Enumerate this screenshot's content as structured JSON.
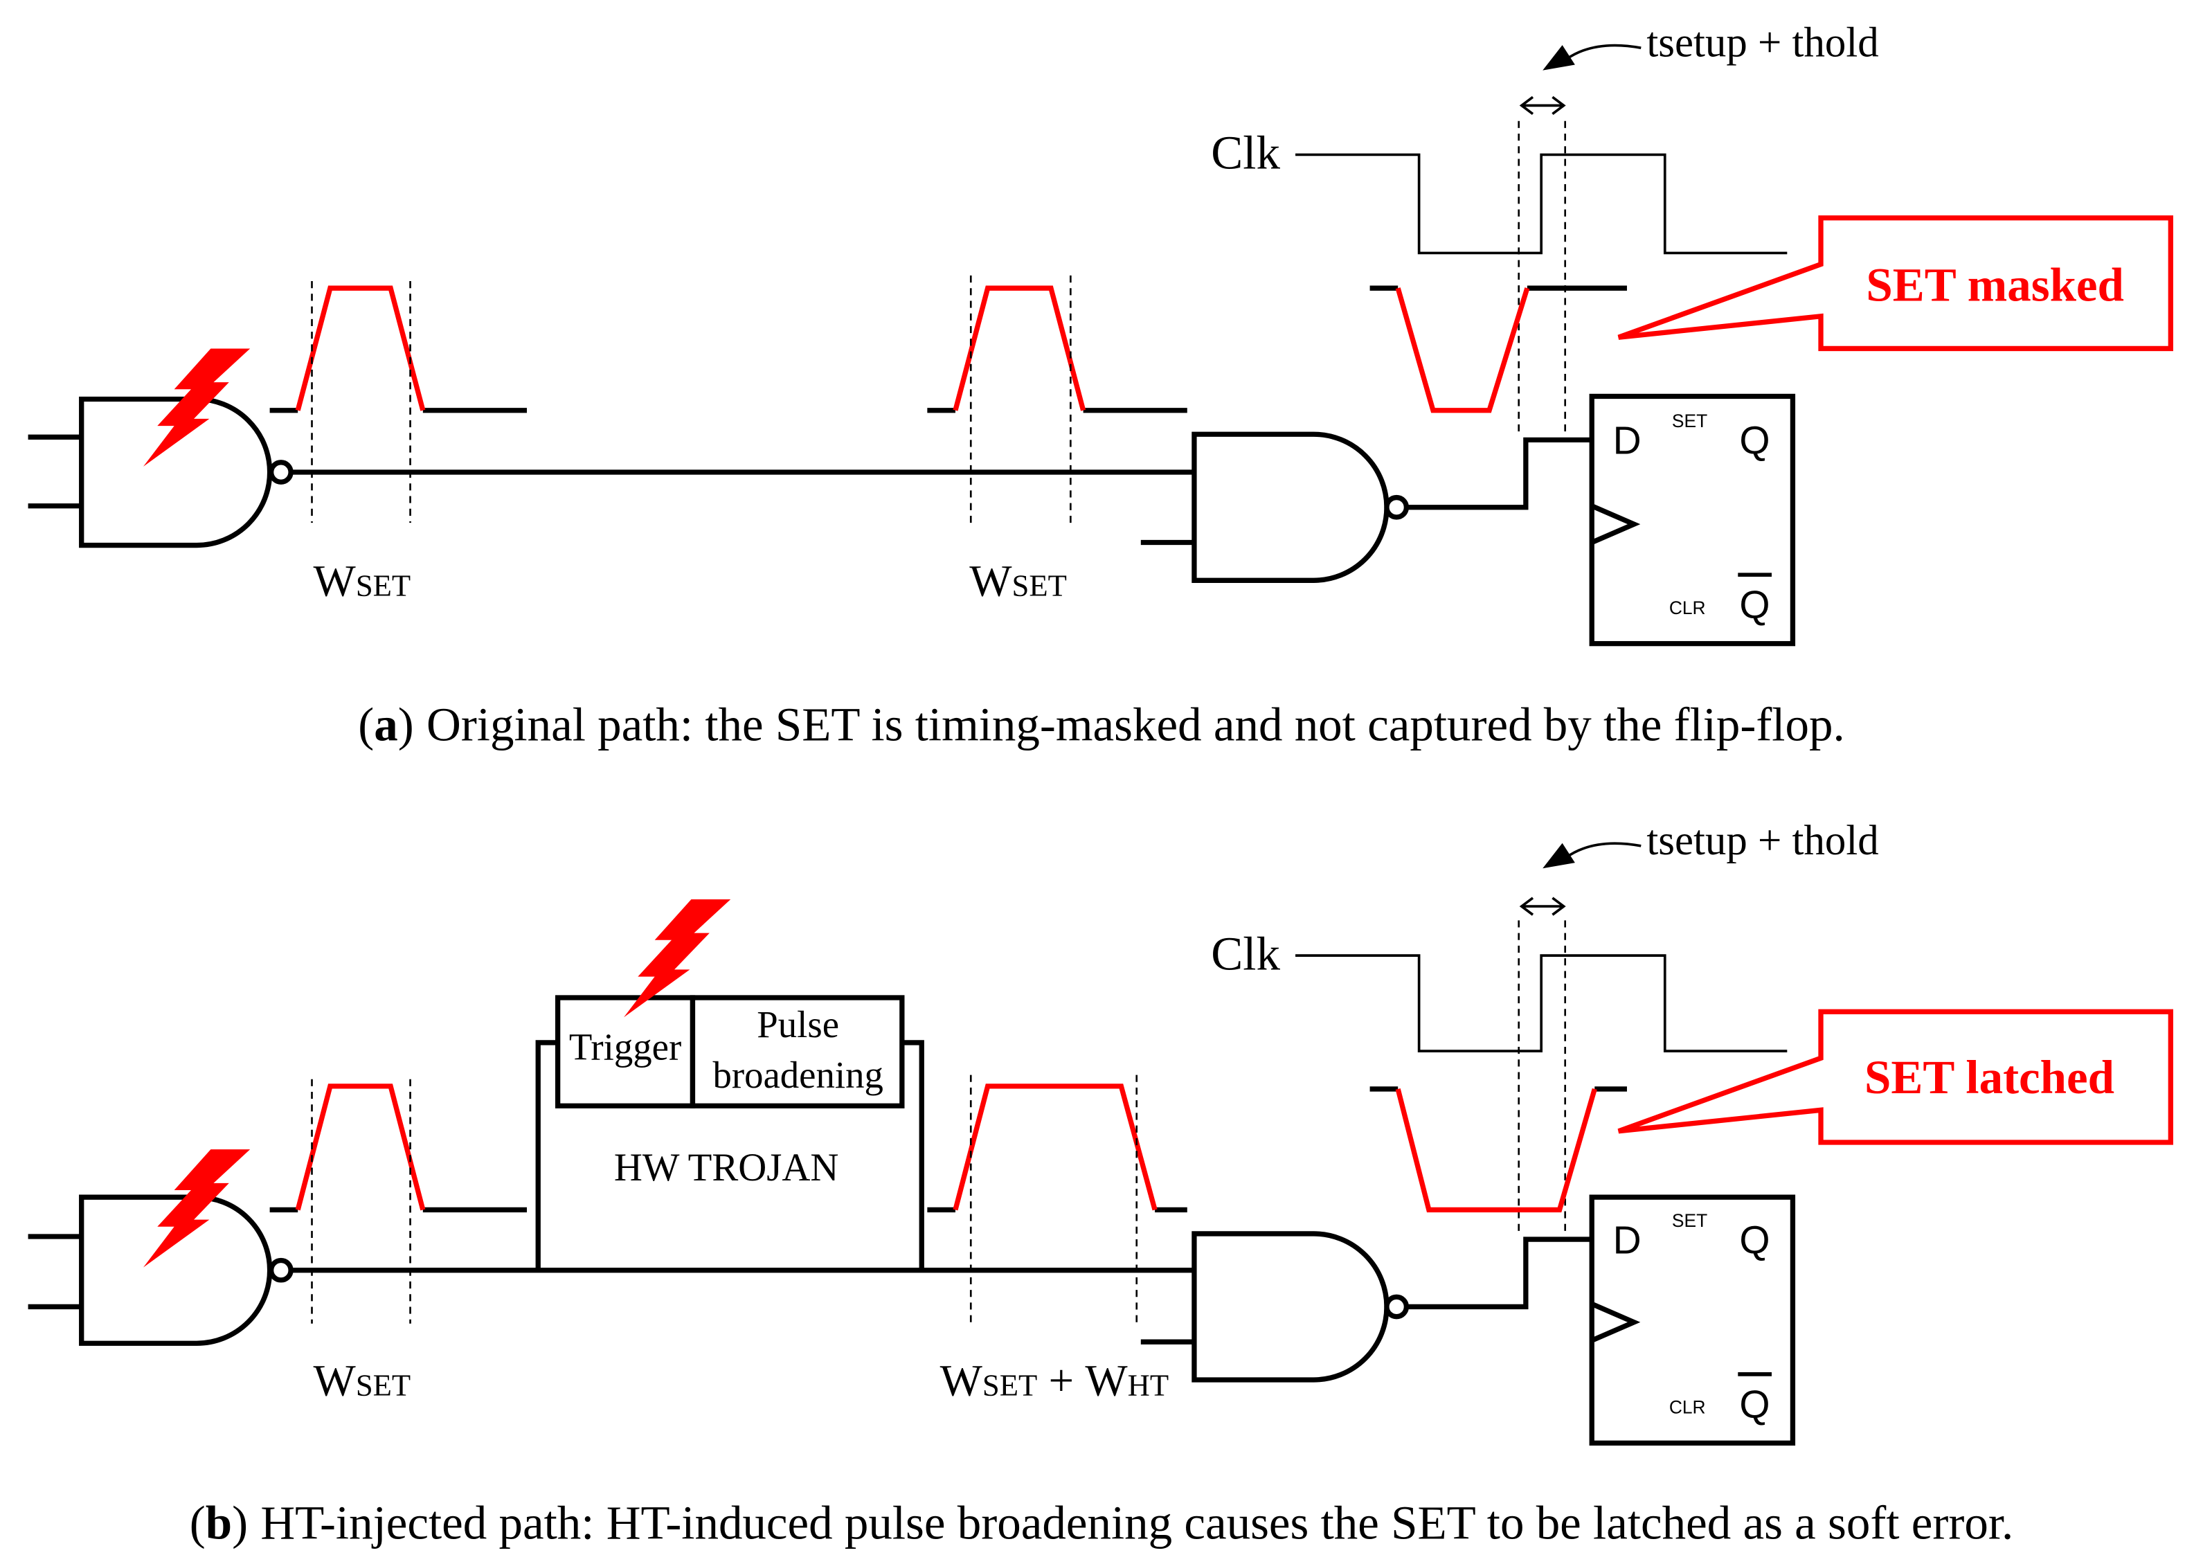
{
  "figure": {
    "panel_a": {
      "timing_window_label": "tsetup + thold",
      "clock_label": "Clk",
      "callout_label": "SET masked",
      "pulse_width_1": {
        "main": "W",
        "sub": "SET"
      },
      "pulse_width_2": {
        "main": "W",
        "sub": "SET"
      },
      "flip_flop": {
        "d": "D",
        "set": "SET",
        "q": "Q",
        "clr": "CLR",
        "q_bar": "Q"
      },
      "caption": {
        "open": "(",
        "label": "a",
        "close": ")",
        "text": "Original path: the SET is timing-masked and not captured by the flip-flop."
      }
    },
    "panel_b": {
      "timing_window_label": "tsetup + thold",
      "clock_label": "Clk",
      "callout_label": "SET latched",
      "pulse_width_1": {
        "main": "W",
        "sub": "SET"
      },
      "pulse_width_2": {
        "main_1": "W",
        "sub_1": "SET",
        "plus": "+",
        "main_2": "W",
        "sub_2": "HT"
      },
      "hardware_trojan": {
        "title": "HW TROJAN",
        "trigger": "Trigger",
        "pulse_broadening_line_1": "Pulse",
        "pulse_broadening_line_2": "broadening"
      },
      "flip_flop": {
        "d": "D",
        "set": "SET",
        "q": "Q",
        "clr": "CLR",
        "q_bar": "Q"
      },
      "caption": {
        "open": "(",
        "label": "b",
        "close": ")",
        "text": "HT-injected path: HT-induced pulse broadening causes the SET to be latched as a soft error."
      }
    }
  },
  "icons": {
    "radiation_strike": "lightning-bolt-icon"
  },
  "colors": {
    "fault": "#ff0000",
    "ink": "#000000"
  }
}
